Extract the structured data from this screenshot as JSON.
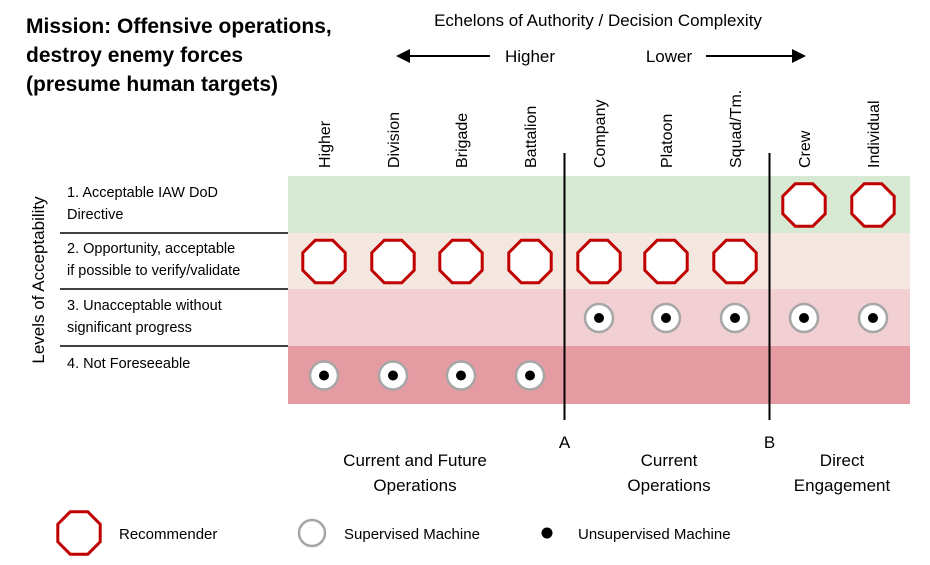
{
  "title": [
    "Mission: Offensive operations,",
    "destroy enemy forces",
    "(presume human targets)"
  ],
  "header": {
    "axis_title": "Echelons of Authority / Decision Complexity",
    "higher_label": "Higher",
    "lower_label": "Lower"
  },
  "columns": [
    "Higher",
    "Division",
    "Brigade",
    "Battalion",
    "Company",
    "Platoon",
    "Squad/Tm.",
    "Crew",
    "Individual"
  ],
  "y_axis_label": "Levels of Acceptability",
  "levels": [
    {
      "label_lines": [
        "1. Acceptable IAW DoD",
        "Directive"
      ],
      "color": "#d7e9d2"
    },
    {
      "label_lines": [
        "2. Opportunity, acceptable",
        "if possible to verify/validate"
      ],
      "color": "#f3e7df"
    },
    {
      "label_lines": [
        "3. Unacceptable without",
        "significant progress"
      ],
      "color": "#f2cfd3"
    },
    {
      "label_lines": [
        "4. Not Foreseeable"
      ],
      "color": "#e59ba2"
    }
  ],
  "markers": [
    {
      "level": 0,
      "col": 7,
      "type": "recommender"
    },
    {
      "level": 0,
      "col": 8,
      "type": "recommender"
    },
    {
      "level": 1,
      "col": 0,
      "type": "recommender"
    },
    {
      "level": 1,
      "col": 1,
      "type": "recommender"
    },
    {
      "level": 1,
      "col": 2,
      "type": "recommender"
    },
    {
      "level": 1,
      "col": 3,
      "type": "recommender"
    },
    {
      "level": 1,
      "col": 4,
      "type": "recommender"
    },
    {
      "level": 1,
      "col": 5,
      "type": "recommender"
    },
    {
      "level": 1,
      "col": 6,
      "type": "recommender"
    },
    {
      "level": 2,
      "col": 4,
      "type": "supervised"
    },
    {
      "level": 2,
      "col": 5,
      "type": "supervised"
    },
    {
      "level": 2,
      "col": 6,
      "type": "supervised"
    },
    {
      "level": 2,
      "col": 7,
      "type": "supervised"
    },
    {
      "level": 2,
      "col": 8,
      "type": "supervised"
    },
    {
      "level": 3,
      "col": 0,
      "type": "supervised"
    },
    {
      "level": 3,
      "col": 1,
      "type": "supervised"
    },
    {
      "level": 3,
      "col": 2,
      "type": "supervised"
    },
    {
      "level": 3,
      "col": 3,
      "type": "supervised"
    }
  ],
  "dividers": [
    {
      "label": "A",
      "after_col": 3
    },
    {
      "label": "B",
      "after_col": 6
    }
  ],
  "groups": [
    {
      "lines": [
        "Current and Future",
        "Operations"
      ]
    },
    {
      "lines": [
        "Current",
        "Operations"
      ]
    },
    {
      "lines": [
        "Direct",
        "Engagement"
      ]
    }
  ],
  "legend": [
    {
      "type": "recommender",
      "label": "Recommender"
    },
    {
      "type": "supervised",
      "label": "Supervised Machine"
    },
    {
      "type": "unsupervised",
      "label": "Unsupervised Machine"
    }
  ],
  "colors": {
    "octagon_stroke": "#c00000",
    "ring_stroke": "#a6a6a6",
    "dot": "#000000",
    "line": "#000000"
  }
}
